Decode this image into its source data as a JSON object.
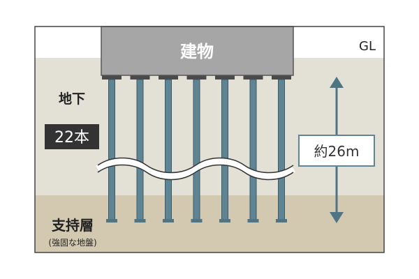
{
  "building": {
    "label": "建物"
  },
  "ground_level": {
    "label": "GL"
  },
  "piles": {
    "heading": "地下",
    "count_label": "22本",
    "visible_count": 7
  },
  "depth": {
    "label": "約26m"
  },
  "bearing_layer": {
    "label": "支持層",
    "note": "(強固な地盤)"
  },
  "colors": {
    "soil_upper": "#e3e1d6",
    "soil_lower": "#d3c8b0",
    "building_fill": "#a7a6a6",
    "pile_fill": "#5f8594",
    "arrow": "#4f7585",
    "label_box": "#333333",
    "depth_box_border": "#5f8594",
    "frame": "#444444"
  }
}
